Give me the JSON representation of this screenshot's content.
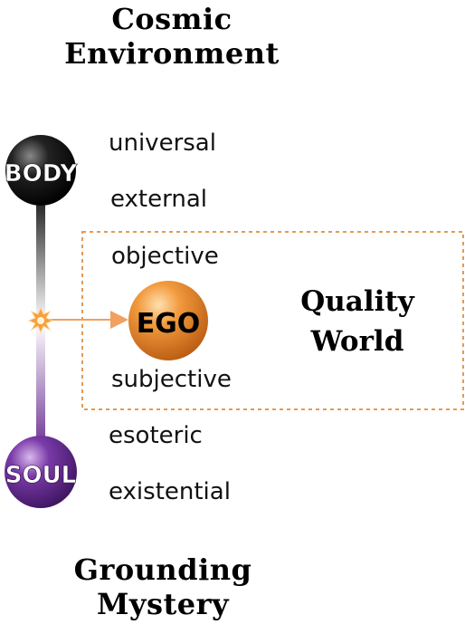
{
  "titles": {
    "top": [
      "Cosmic",
      "Environment"
    ],
    "bottom": [
      "Grounding",
      "Mystery"
    ]
  },
  "spheres": {
    "body": "BODY",
    "ego": "EGO",
    "soul": "SOUL"
  },
  "levels": [
    "universal",
    "external",
    "objective",
    "subjective",
    "esoteric",
    "existential"
  ],
  "box_label": [
    "Quality",
    "World"
  ],
  "colors": {
    "body": "#000000",
    "ego": "#e8822a",
    "soul": "#6a2d91",
    "box": "#e39a55",
    "arrow": "#f0a060"
  }
}
